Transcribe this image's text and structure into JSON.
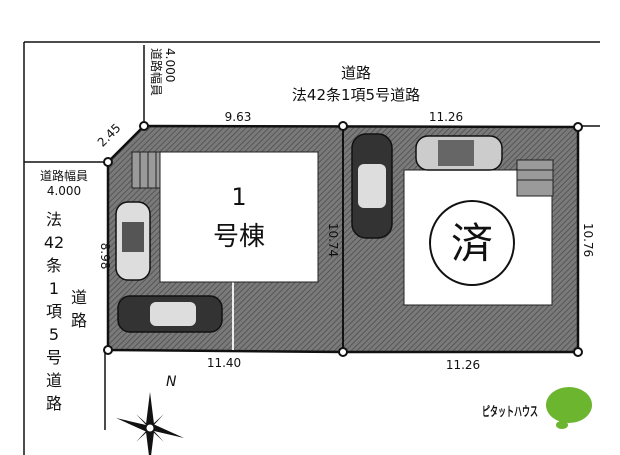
{
  "roads": {
    "top": {
      "width_label": "道路幅員",
      "width_value": "4.000",
      "name_line1": "道路",
      "name_line2": "法42条1項5号道路"
    },
    "left": {
      "width_label": "道路幅員",
      "width_value": "4.000",
      "name_chars": [
        "法",
        "42",
        "条",
        "1",
        "項",
        "5",
        "号",
        "道",
        "路"
      ],
      "name_side": [
        "道",
        "路"
      ]
    }
  },
  "dimensions": {
    "corner": "2.45",
    "top_lot1": "9.63",
    "top_lot2": "11.26",
    "left_lot1": "8.98",
    "middle": "10.74",
    "right_lot2": "10.76",
    "bottom_lot1": "11.40",
    "bottom_lot2": "11.26"
  },
  "lots": {
    "lot1": {
      "number": "1",
      "label": "号棟"
    },
    "lot2": {
      "status": "済"
    }
  },
  "compass": {
    "north": "N"
  },
  "brand": {
    "name": "ピタットハウス",
    "color": "#6bb52f"
  },
  "colors": {
    "lot_fill": "#6e6e6e",
    "line": "#111111"
  }
}
